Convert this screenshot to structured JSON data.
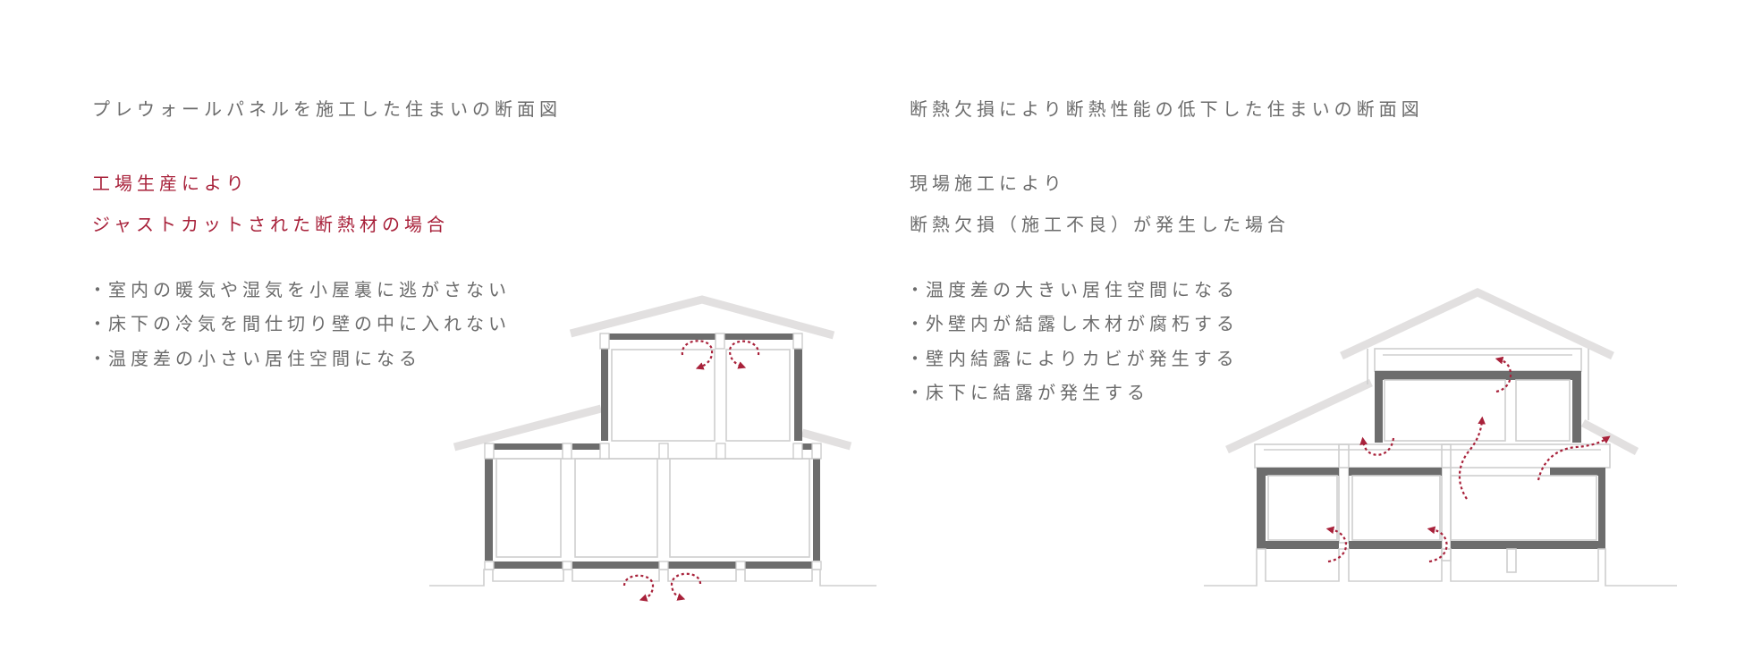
{
  "left": {
    "title": "プレウォールパネルを施工した住まいの断面図",
    "headline": [
      "工場生産により",
      "ジャストカットされた断熱材の場合"
    ],
    "bullets": [
      "室内の暖気や湿気を小屋裏に逃がさない",
      "床下の冷気を間仕切り壁の中に入れない",
      "温度差の小さい居住空間になる"
    ]
  },
  "right": {
    "title": "断熱欠損により断熱性能の低下した住まいの断面図",
    "headline": [
      "現場施工により",
      "断熱欠損（施工不良）が発生した場合"
    ],
    "bullets": [
      "温度差の大きい居住空間になる",
      "外壁内が結露し木材が腐朽する",
      "壁内結露によりカビが発生する",
      "床下に結露が発生する"
    ]
  },
  "colors": {
    "accent": "#a8213a",
    "text": "#6b6b6b",
    "insulation": "#6d6d6d",
    "roof": "#e2e0e0"
  }
}
